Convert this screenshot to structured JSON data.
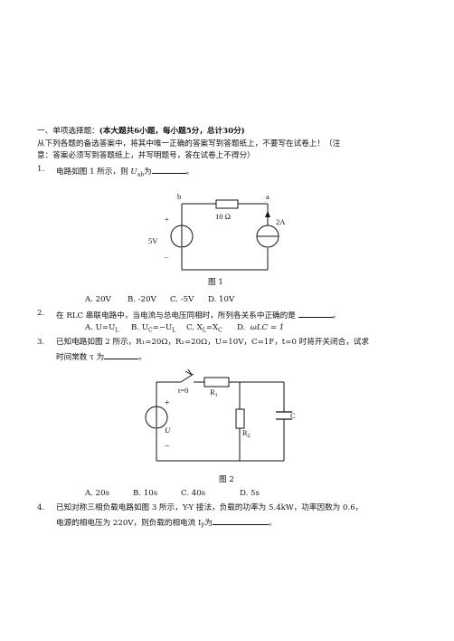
{
  "section": {
    "heading_prefix": "一、单项选择题：",
    "heading_detail": "(本大题共6小题，每小题5分，总计30分)",
    "instr_line1": "从下列各题的备选答案中，将其中唯一正确的答案写到答题纸上，不要写在试卷上！（注",
    "instr_line2": "意：答案必须写到答题纸上，并写明题号，答在试卷上不得分）"
  },
  "q1": {
    "number": "1.",
    "text": "电路如图 1 所示，则 ",
    "var": "U",
    "var_sub": "ab",
    "text_after": "为",
    "end": "。",
    "figure": {
      "node_b": "b",
      "node_a": "a",
      "resistor": "10 Ω",
      "current": "2A",
      "voltage": "5V",
      "plus": "+",
      "minus": "–",
      "caption": "图 1"
    },
    "options": [
      "A. 20V",
      "B. -20V",
      "C. -5V",
      "D. 10V"
    ]
  },
  "q2": {
    "number": "2.",
    "text": "在 RLC 串联电路中，当电流与总电压同相时，所列各关系中正确的是",
    "end": "。",
    "options": [
      "A. U=U",
      "B. U=−U",
      "C. X=X",
      "D."
    ],
    "option_subs": [
      "L",
      "C",
      "L",
      "L",
      "C"
    ],
    "formula": "ωLC = 1"
  },
  "q3": {
    "number": "3.",
    "line1": "已知电路如图 2 所示，R₁=20Ω，R₂=20Ω，U=10V，C=1F，t=0 时将开关闭合，试求",
    "line2": "时间常数 τ 为",
    "end": "。",
    "figure": {
      "switch": "t=0",
      "r1": "R",
      "r1_sub": "1",
      "r2": "R",
      "r2_sub": "2",
      "cap": "C",
      "u": "U",
      "plus": "+",
      "minus": "−",
      "caption": "图 2"
    },
    "options": [
      "A. 20s",
      "B. 10s",
      "C. 40s",
      "D. 5s"
    ]
  },
  "q4": {
    "number": "4.",
    "line1": "已知对称三相负载电路如图 3 所示，Y-Y 接法，负载的功率为 5.4kW，功率因数为 0.6，",
    "line2": "电源的相电压为 220V，则负载的相电流 I",
    "line2_sub": "P",
    "line2_after": "为",
    "end": "。"
  }
}
